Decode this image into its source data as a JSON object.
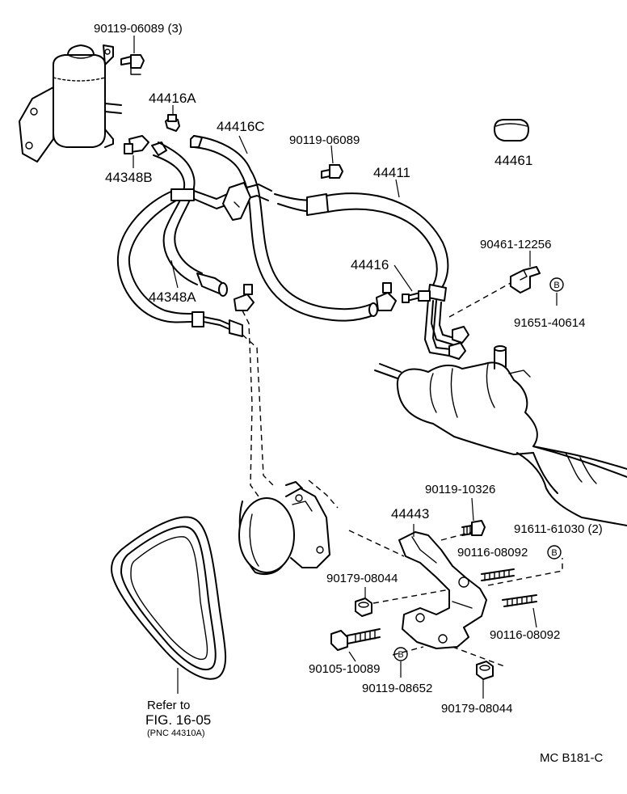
{
  "labels": {
    "p_90119_06089_3": "90119-06089 (3)",
    "p_44416A": "44416A",
    "p_44416C": "44416C",
    "p_90119_06089": "90119-06089",
    "p_44461": "44461",
    "p_44348B": "44348B",
    "p_44411": "44411",
    "p_90461_12256": "90461-12256",
    "p_44416": "44416",
    "p_44348A": "44348A",
    "p_91651_40614": "91651-40614",
    "p_90119_10326": "90119-10326",
    "p_44443": "44443",
    "p_91611_61030_2": "91611-61030 (2)",
    "p_90116_08092_a": "90116-08092",
    "p_90179_08044_a": "90179-08044",
    "p_90116_08092_b": "90116-08092",
    "p_90105_10089": "90105-10089",
    "p_90119_08652": "90119-08652",
    "p_90179_08044_b": "90179-08044"
  },
  "markers": {
    "b": "B"
  },
  "refer": {
    "line1": "Refer to",
    "line2": "FIG. 16-05",
    "line3": "(PNC 44310A)"
  },
  "figure_code": "MC  B181-C"
}
